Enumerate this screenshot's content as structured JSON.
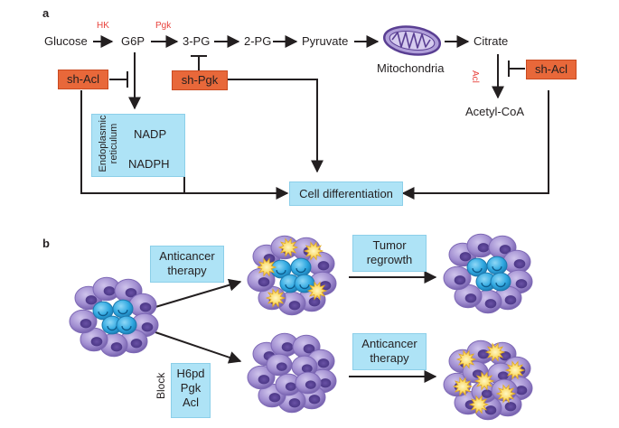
{
  "panel_a": {
    "label": "a",
    "metabolites": {
      "glucose": "Glucose",
      "g6p": "G6P",
      "pg3": "3-PG",
      "pg2": "2-PG",
      "pyruvate": "Pyruvate",
      "citrate": "Citrate",
      "acetyl_coa": "Acetyl-CoA",
      "mitochondria": "Mitochondria"
    },
    "enzymes": {
      "hk": "HK",
      "pgk": "Pgk",
      "acl": "Acl"
    },
    "inhibitors": {
      "sh_acl_left": "sh-Acl",
      "sh_pgk": "sh-Pgk",
      "sh_acl_right": "sh-Acl"
    },
    "er_box": {
      "side_label_1": "Endoplasmic",
      "side_label_2": "reticulum",
      "nadp": "NADP",
      "nadph": "NADPH"
    },
    "outcome": "Cell differentiation"
  },
  "panel_b": {
    "label": "b",
    "therapy_top": {
      "line1": "Anticancer",
      "line2": "therapy"
    },
    "regrowth": {
      "line1": "Tumor",
      "line2": "regrowth"
    },
    "therapy_bottom": {
      "line1": "Anticancer",
      "line2": "therapy"
    },
    "block_label": "Block",
    "block_targets": [
      "H6pd",
      "Pgk",
      "Acl"
    ]
  },
  "colors": {
    "inhibitor_fill": "#e8683a",
    "box_fill": "#aee3f6",
    "enzyme_text": "#e8423c",
    "cell_purple": "#a493d0",
    "cell_blue": "#2ea7e0",
    "burst_yellow": "#fde05a"
  }
}
